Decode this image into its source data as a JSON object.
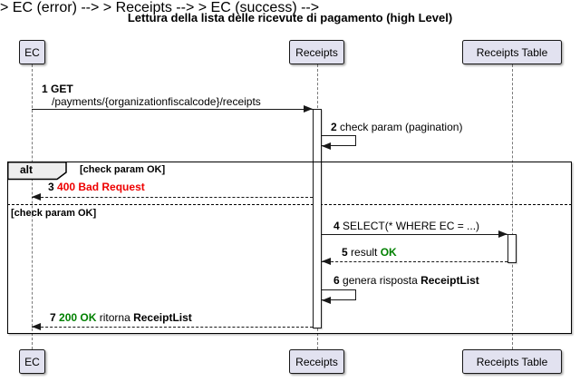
{
  "title": "Lettura della lista delle ricevute di pagamento (high Level)",
  "participants": [
    {
      "name": "EC"
    },
    {
      "name": "Receipts"
    },
    {
      "name": "Receipts Table"
    }
  ],
  "alt_fragment": {
    "operator": "alt",
    "guard_top": "[check param OK]",
    "guard_else": "[check param OK]"
  },
  "messages": {
    "m1": {
      "num": "1",
      "verb": "GET",
      "path": "/payments/{organizationfiscalcode}/receipts"
    },
    "m2": {
      "num": "2",
      "text": "check param (pagination)"
    },
    "m3": {
      "num": "3",
      "text": "400 Bad Request"
    },
    "m4": {
      "num": "4",
      "text": "SELECT(* WHERE EC = ...)"
    },
    "m5": {
      "num": "5",
      "pre": "result",
      "status": "OK"
    },
    "m6": {
      "num": "6",
      "pre": "genera risposta",
      "object": "ReceiptList"
    },
    "m7": {
      "num": "7",
      "status": "200 OK",
      "pre": "ritorna",
      "object": "ReceiptList"
    }
  },
  "colors": {
    "error": "#EE0000",
    "success": "#008000",
    "participant_fill": "#E2E2F0",
    "frame_header_fill": "#EEEEEE"
  }
}
